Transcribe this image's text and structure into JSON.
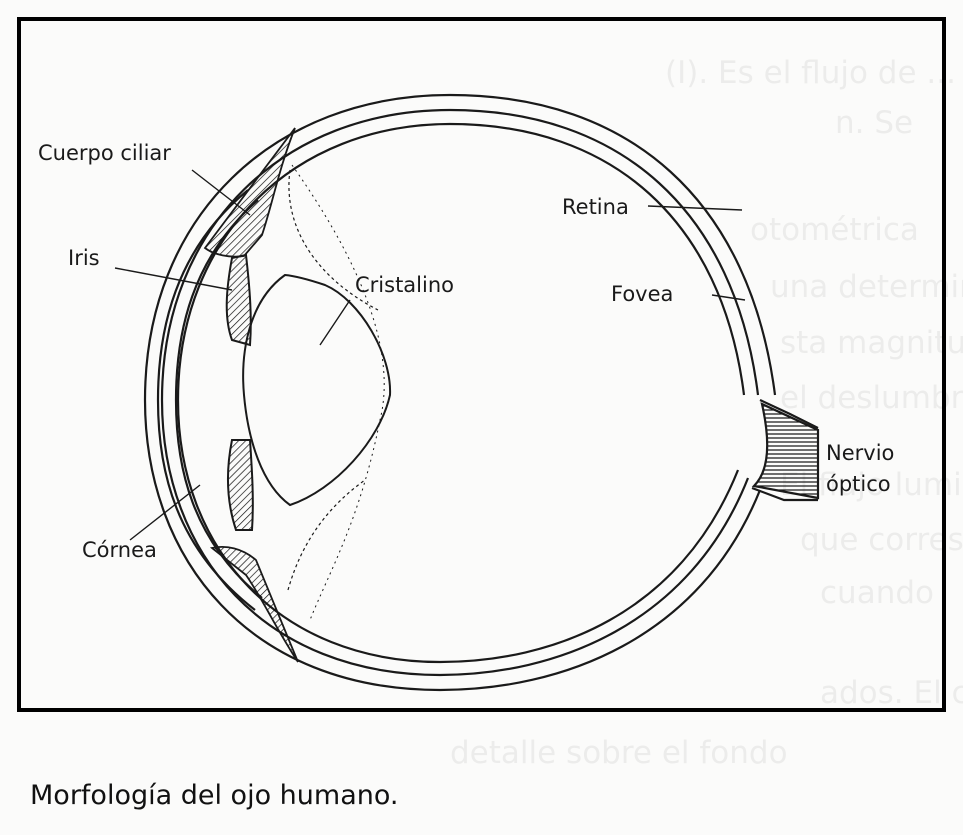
{
  "labels": {
    "cuerpo_ciliar": "Cuerpo ciliar",
    "iris": "Iris",
    "cristalino": "Cristalino",
    "retina": "Retina",
    "fovea": "Fovea",
    "nervio_line1": "Nervio",
    "nervio_line2": "óptico",
    "cornea": "Córnea"
  },
  "caption": "Morfología del ojo humano.",
  "colors": {
    "ink": "#1a1a1a",
    "paper": "#fbfbfa"
  }
}
